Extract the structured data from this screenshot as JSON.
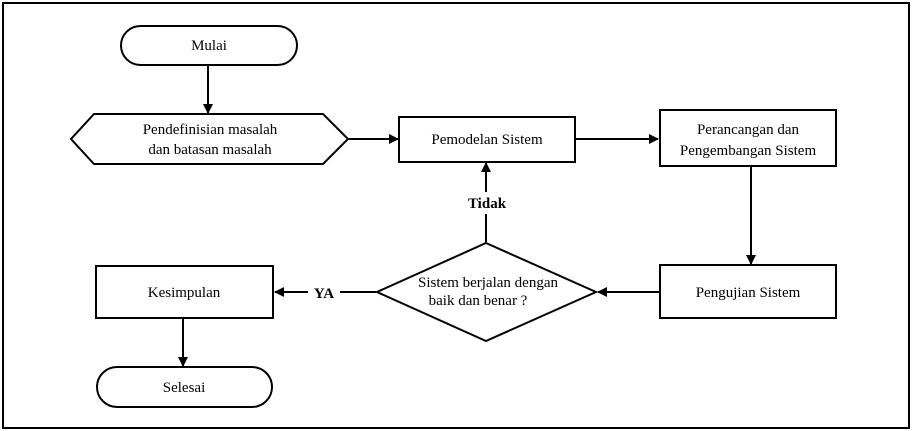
{
  "diagram": {
    "nodes": {
      "mulai": {
        "label": "Mulai"
      },
      "pendefinisian": {
        "line1": "Pendefinisian masalah",
        "line2": "dan batasan masalah"
      },
      "pemodelan": {
        "label": "Pemodelan Sistem"
      },
      "perancangan": {
        "line1": "Perancangan dan",
        "line2": "Pengembangan Sistem"
      },
      "pengujian": {
        "label": "Pengujian Sistem"
      },
      "keputusan": {
        "line1": "Sistem berjalan dengan",
        "line2": "baik dan benar ?"
      },
      "kesimpulan": {
        "label": "Kesimpulan"
      },
      "selesai": {
        "label": "Selesai"
      }
    },
    "edges": {
      "tidak_label": "Tidak",
      "ya_label": "YA"
    }
  }
}
